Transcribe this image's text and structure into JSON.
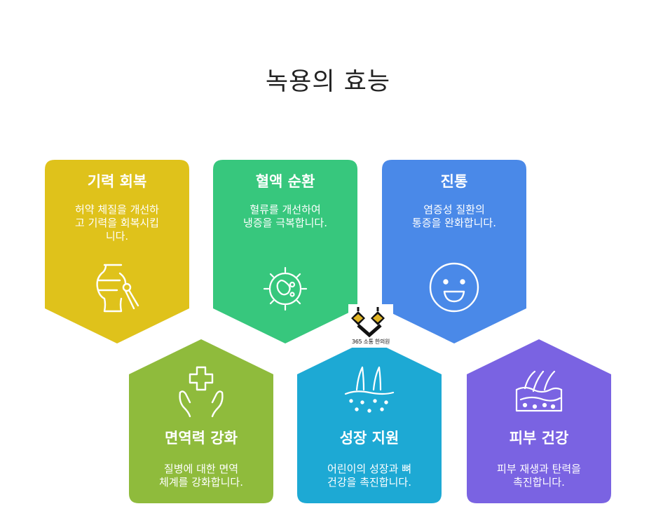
{
  "title": "녹용의 효능",
  "cards": [
    {
      "title": "기력 회복",
      "desc": "허약 체질을 개선하\n고 기력을 회복시킵\n니다.",
      "color": "#dfc21b",
      "icon": "jar-brush-icon"
    },
    {
      "title": "혈액 순환",
      "desc": "혈류를 개선하여\n냉증을 극복합니다.",
      "color": "#37c77d",
      "icon": "blood-cell-icon"
    },
    {
      "title": "진통",
      "desc": "염증성 질환의\n통증을 완화합니다.",
      "color": "#4a89e8",
      "icon": "smiley-icon"
    },
    {
      "title": "면역력 강화",
      "desc": "질병에 대한 면역\n체계를 강화합니다.",
      "color": "#8fbb3c",
      "icon": "hands-cross-icon"
    },
    {
      "title": "성장 지원",
      "desc": "어린이의 성장과 뼈\n건강을 촉진합니다.",
      "color": "#1da9d4",
      "icon": "growth-icon"
    },
    {
      "title": "피부 건강",
      "desc": "피부 재생과 탄력을\n촉진합니다.",
      "color": "#7a63e2",
      "icon": "skin-icon"
    }
  ],
  "logo": {
    "text": "365 소통 한의원",
    "icon": "antler-logo-icon"
  }
}
